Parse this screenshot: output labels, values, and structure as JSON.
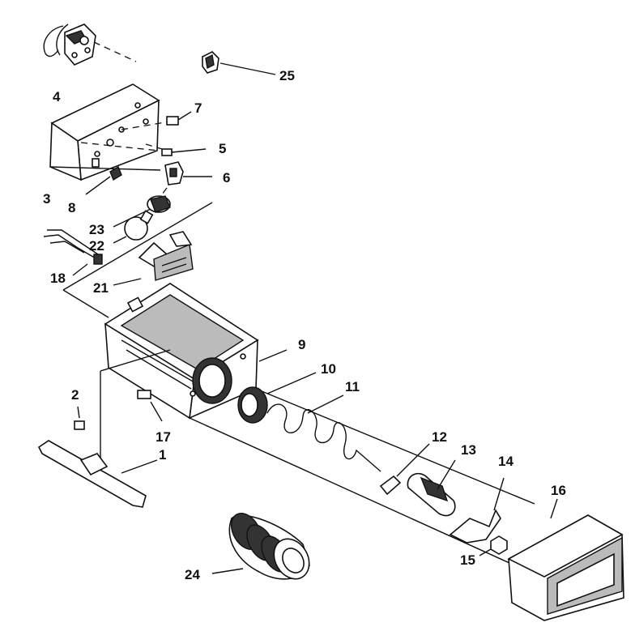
{
  "callouts": {
    "p1": "1",
    "p2": "2",
    "p3": "3",
    "p4": "4",
    "p5": "5",
    "p6": "6",
    "p7": "7",
    "p8": "8",
    "p9": "9",
    "p10": "10",
    "p11": "11",
    "p12": "12",
    "p13": "13",
    "p14": "14",
    "p15": "15",
    "p16": "16",
    "p17": "17",
    "p18": "18",
    "p21": "21",
    "p22": "22",
    "p23": "23",
    "p24": "24",
    "p25": "25"
  }
}
